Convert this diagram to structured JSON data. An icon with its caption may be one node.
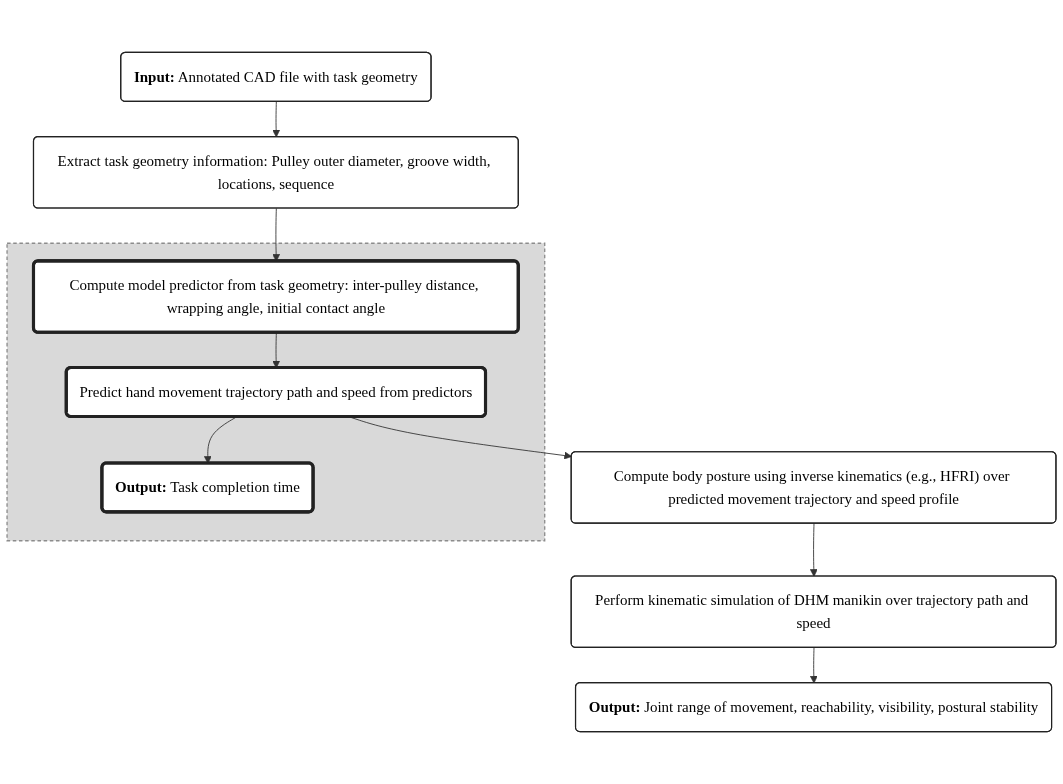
{
  "diagram": {
    "nodes": [
      {
        "text": [
          "Input:",
          "Annotated CAD file with task geometry"
        ]
      },
      {
        "text": [
          "Extract task geometry information: Pulley outer diameter, groove width, locations, sequence"
        ]
      },
      {
        "text": [],
        "shape": "box"
      },
      {
        "text": [
          "Compute model predictor from task geometry: inter-pulley distance, wrapping angle, initial contact angle"
        ],
        "in": 2
      },
      {
        "text": [
          "Predict hand movement trajectory path and speed from predictors"
        ],
        "in": 2
      },
      {
        "text": [
          "Output:",
          "Task completion time"
        ],
        "in": 2
      },
      {
        "text": [
          "Compute body posture using inverse kinematics (e.g., HFRI) over predicted movement trajectory and speed profile"
        ]
      },
      {
        "text": [
          "Perform kinematic simulation of DHM manikin over trajectory path and speed"
        ]
      },
      {
        "text": [
          "Output:",
          "Joint range of movement, reachability, visibility, postural stability"
        ]
      }
    ],
    "edges": [
      {
        "from": 0,
        "to": 1,
        "arrow": "to"
      },
      {
        "from": 1,
        "to": 3,
        "arrow": "to"
      },
      {
        "from": 3,
        "to": 4,
        "arrow": "to"
      },
      {
        "from": 4,
        "to": 5,
        "arrow": "to"
      },
      {
        "from": 4,
        "to": 6,
        "arrow": "to"
      },
      {
        "from": 6,
        "to": 7,
        "arrow": "to"
      },
      {
        "from": 7,
        "to": 8,
        "arrow": "to"
      }
    ]
  }
}
